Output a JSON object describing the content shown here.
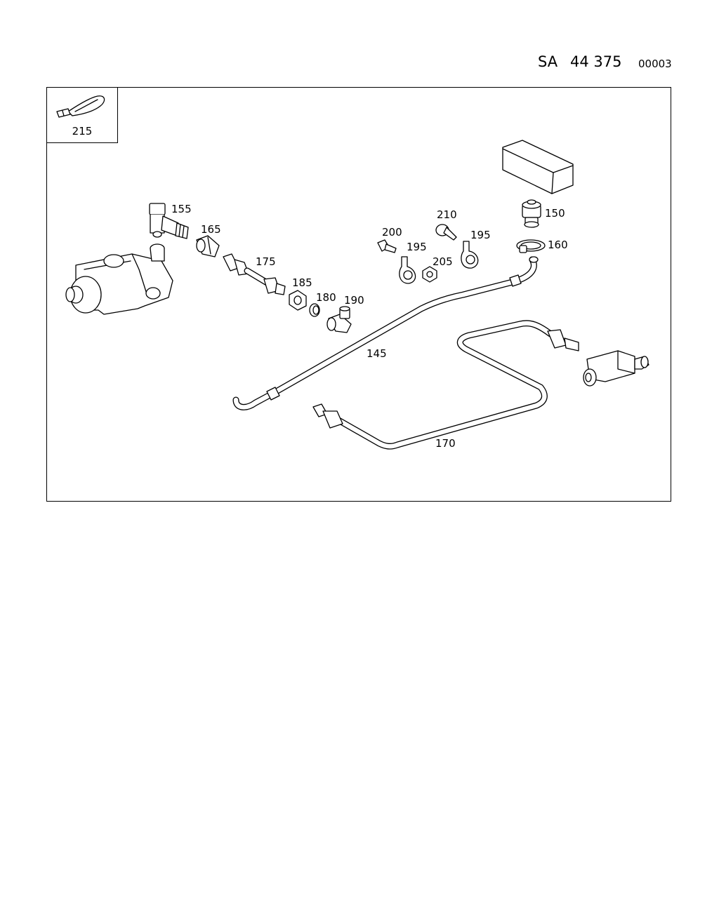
{
  "header": {
    "prefix": "SA",
    "number": "44 375",
    "suffix": "00003"
  },
  "inset": {
    "label": "215",
    "icon": "cable-tie-icon"
  },
  "callouts": {
    "p145": "145",
    "p150": "150",
    "p155": "155",
    "p160": "160",
    "p165": "165",
    "p170": "170",
    "p175": "175",
    "p180": "180",
    "p185": "185",
    "p190": "190",
    "p195a": "195",
    "p195b": "195",
    "p200": "200",
    "p205": "205",
    "p210": "210"
  }
}
